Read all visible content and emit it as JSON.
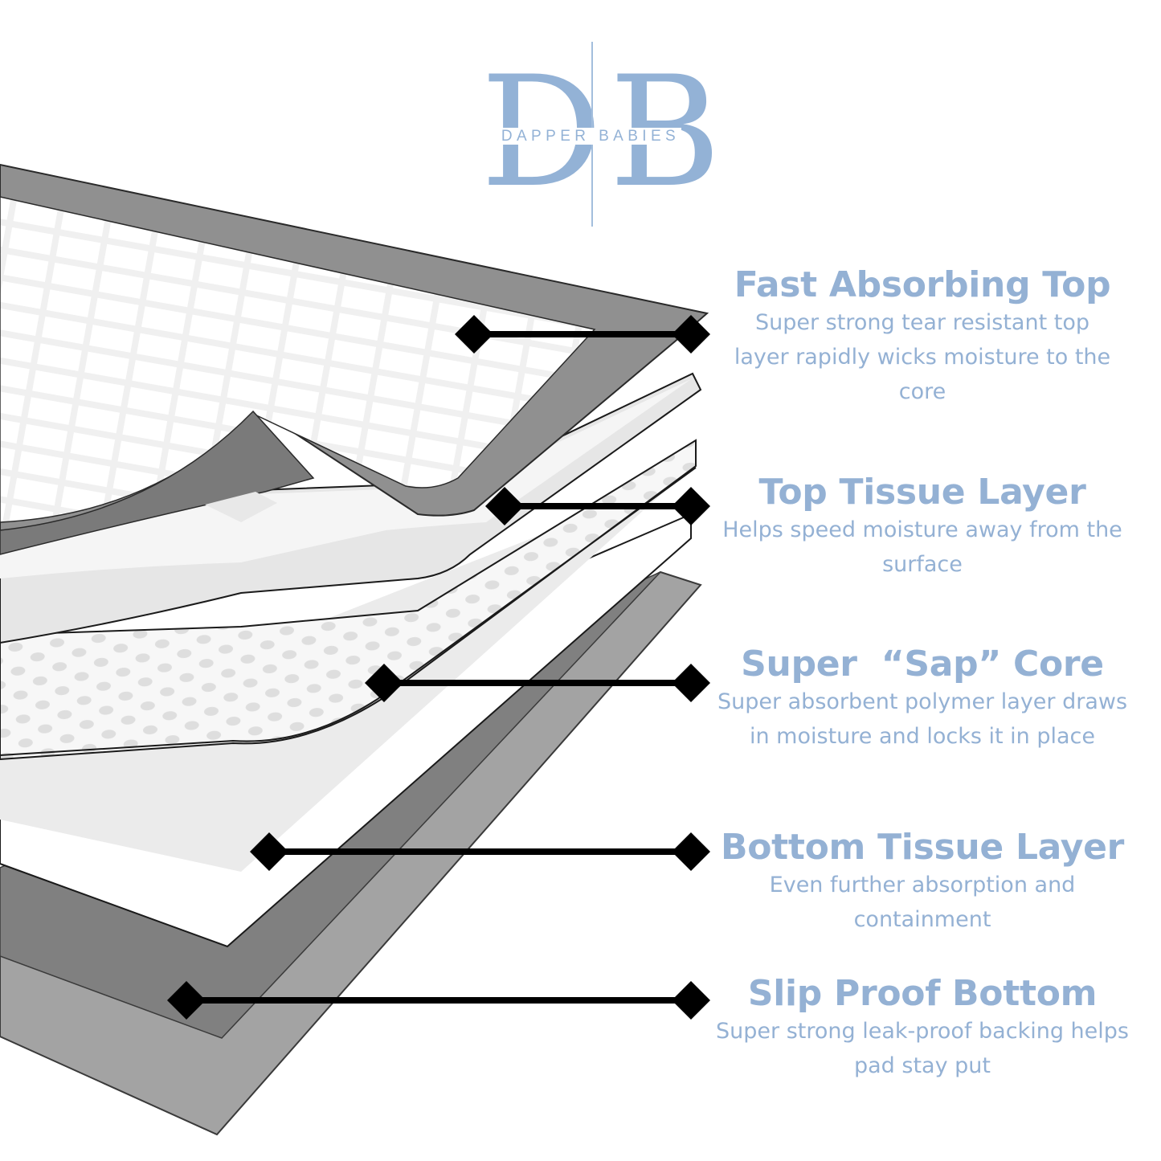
{
  "logo": {
    "monogram_left": "D",
    "monogram_right": "B",
    "wordmark": "DAPPER BABIES"
  },
  "layers": [
    {
      "title": "Fast Absorbing Top",
      "description": "Super strong tear resistant top layer rapidly wicks moisture to the core"
    },
    {
      "title": "Top Tissue Layer",
      "description": "Helps speed moisture away from the surface"
    },
    {
      "title": "Super  “Sap” Core",
      "description": "Super absorbent polymer layer draws in  moisture and locks it in place"
    },
    {
      "title": "Bottom Tissue Layer",
      "description": "Even further absorption and containment"
    },
    {
      "title": "Slip Proof Bottom",
      "description": "Super strong leak-proof backing helps pad stay put"
    }
  ],
  "colors": {
    "accent": "#94b1d4",
    "pointer": "#000000",
    "border_gray": "#8a8a8a",
    "dark_gray": "#7d7d7d",
    "light_gray": "#e8e8e8"
  }
}
